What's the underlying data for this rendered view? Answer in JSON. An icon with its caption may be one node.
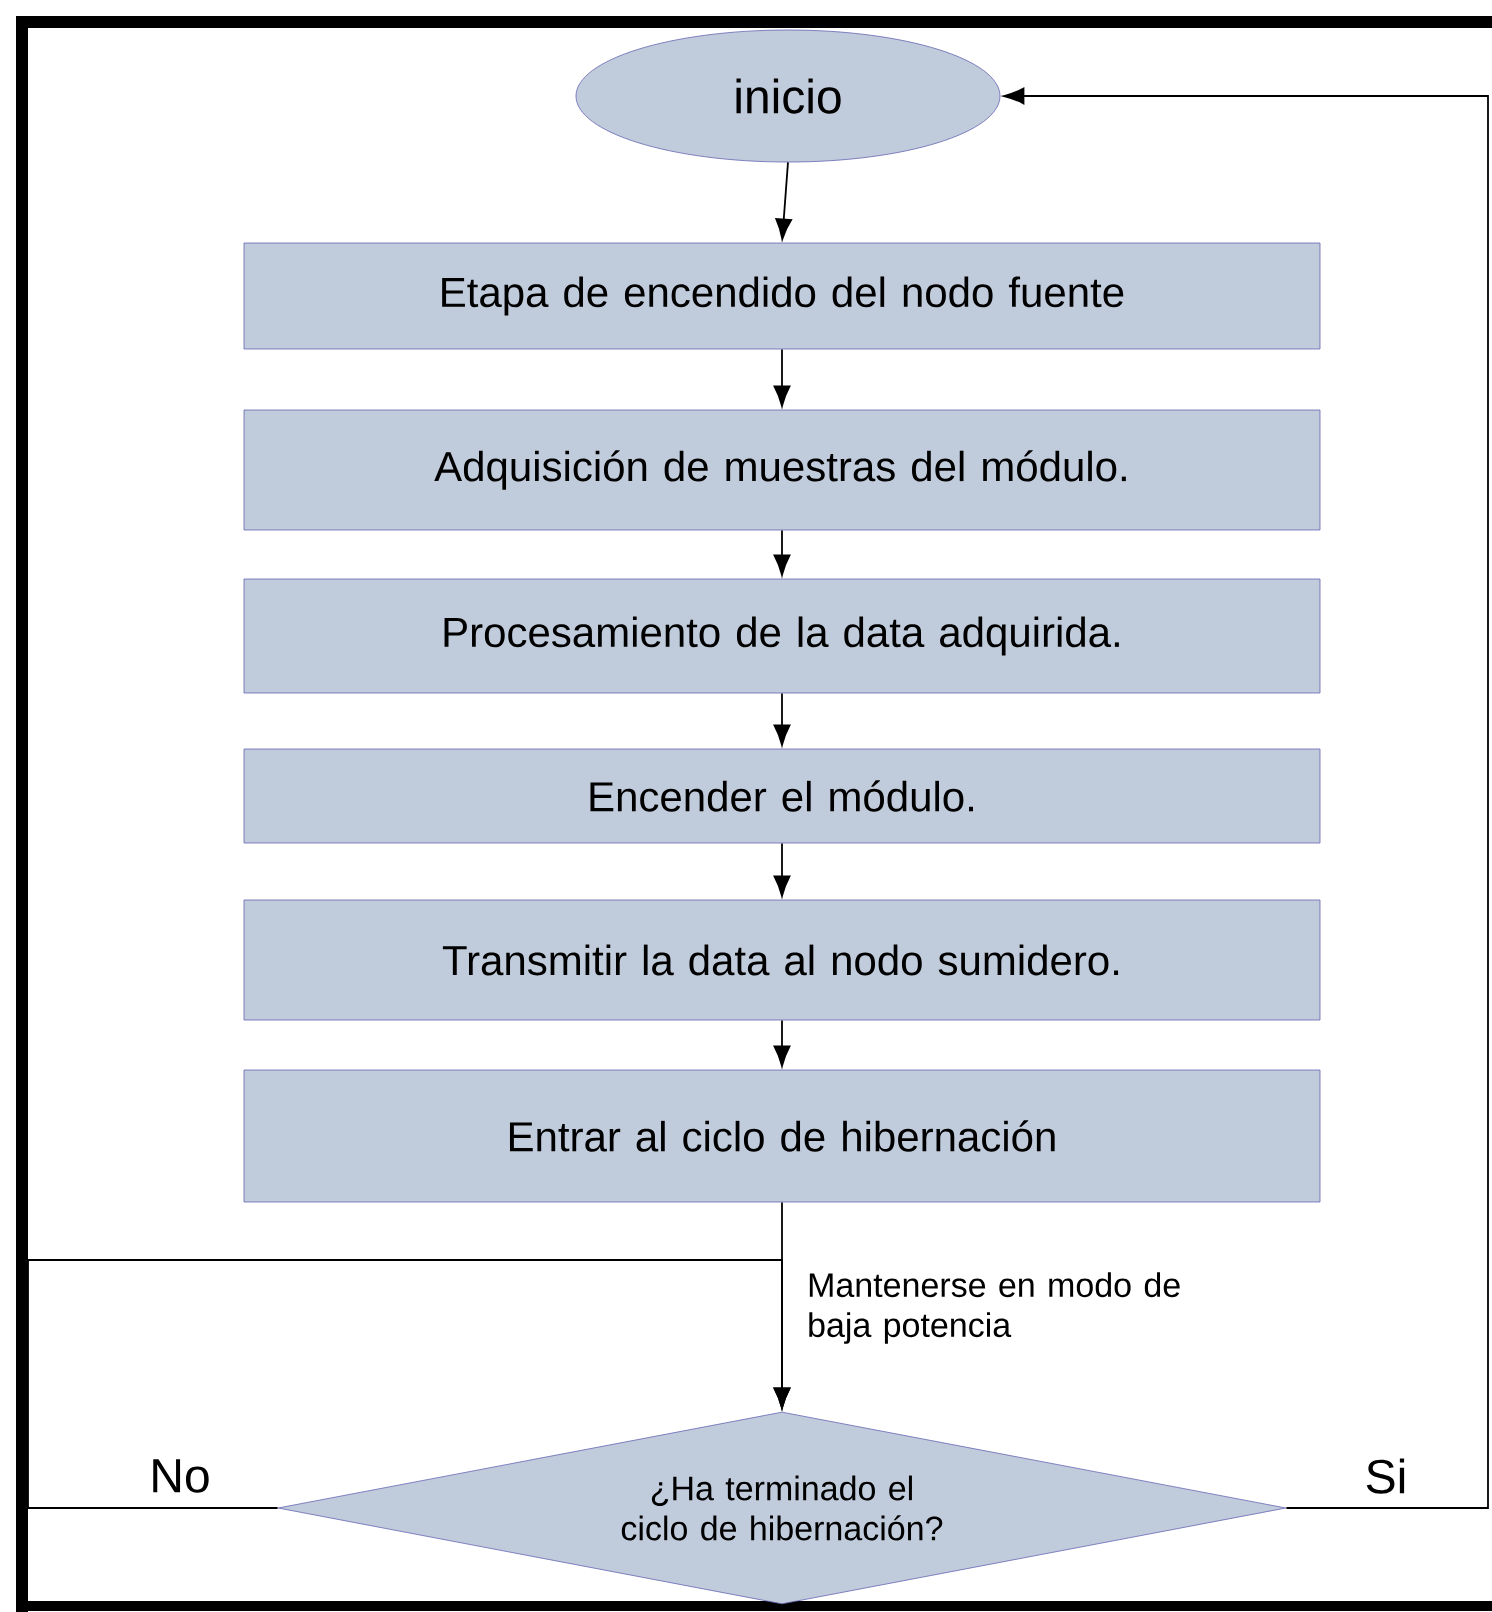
{
  "diagram": {
    "nodes": [
      {
        "text": [
          "inicio"
        ]
      },
      {
        "text": [
          "Etapa de encendido del nodo fuente"
        ]
      },
      {
        "text": [
          "Adquisición de muestras del módulo."
        ]
      },
      {
        "text": [
          "Procesamiento de la data adquirida."
        ]
      },
      {
        "text": [
          "Encender el módulo."
        ]
      },
      {
        "text": [
          "Transmitir la data al nodo sumidero."
        ]
      },
      {
        "text": [
          "Entrar al ciclo de hibernación"
        ]
      },
      {
        "text": [
          "¿Ha terminado el ciclo de hibernación?"
        ]
      }
    ],
    "edges": [
      {
        "from": 0,
        "to": 1,
        "arrow": "to"
      },
      {
        "from": 1,
        "to": 2,
        "arrow": "to"
      },
      {
        "from": 2,
        "to": 3,
        "arrow": "to"
      },
      {
        "from": 3,
        "to": 4,
        "arrow": "to"
      },
      {
        "from": 4,
        "to": 5,
        "arrow": "to"
      },
      {
        "from": 5,
        "to": 6,
        "arrow": "to"
      },
      {
        "from": 6,
        "to": 7,
        "arrow": "to",
        "label": "Mantenerse en modo de baja potencia"
      },
      {
        "from": 7,
        "to": 7,
        "arrow": "to",
        "label": "No"
      },
      {
        "from": 7,
        "to": 0,
        "arrow": "to",
        "label": "Si"
      }
    ]
  }
}
